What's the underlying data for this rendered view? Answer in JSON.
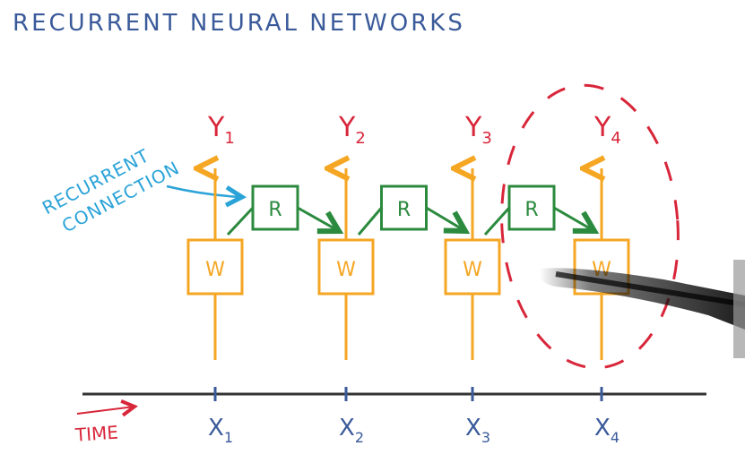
{
  "title": "RECURRENT NEURAL NETWORKS",
  "recurrent_label": {
    "line1": "RECURRENT",
    "line2": "CONNECTION"
  },
  "time_label": "TIME",
  "nodes": [
    {
      "output": "Y",
      "output_sub": "1",
      "weight": "W",
      "input": "X",
      "input_sub": "1"
    },
    {
      "output": "Y",
      "output_sub": "2",
      "weight": "W",
      "input": "X",
      "input_sub": "2"
    },
    {
      "output": "Y",
      "output_sub": "3",
      "weight": "W",
      "input": "X",
      "input_sub": "3"
    },
    {
      "output": "Y",
      "output_sub": "4",
      "weight": "W",
      "input": "X",
      "input_sub": "4"
    }
  ],
  "recurrent_boxes": [
    "R",
    "R",
    "R"
  ],
  "colors": {
    "title": "#3a5a9a",
    "output": "#d8263a",
    "weight": "#f5a623",
    "recurrent": "#2b8a3e",
    "label_blue": "#2aa3d8",
    "input": "#3a5a9a",
    "axis": "#333333",
    "time": "#d8263a",
    "highlight": "#d8263a"
  }
}
